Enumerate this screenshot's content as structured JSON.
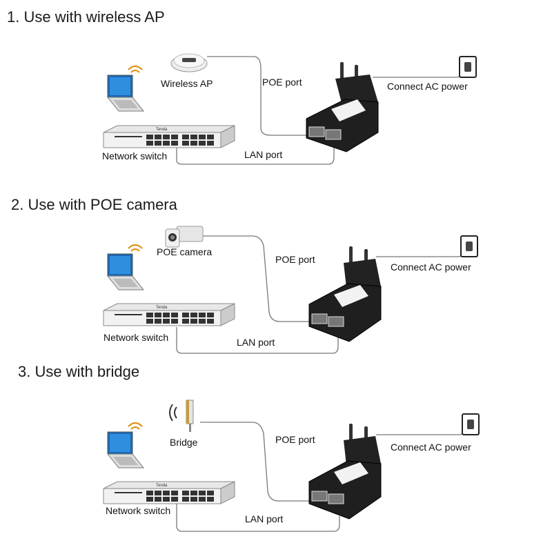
{
  "sections": [
    {
      "title": "1. Use with wireless AP",
      "device_label": "Wireless AP",
      "poe_label": "POE port",
      "lan_label": "LAN port",
      "ac_label": "Connect AC power",
      "switch_label": "Network switch"
    },
    {
      "title": "2. Use with POE camera",
      "device_label": "POE camera",
      "poe_label": "POE port",
      "lan_label": "LAN port",
      "ac_label": "Connect AC power",
      "switch_label": "Network switch"
    },
    {
      "title": "3. Use with bridge",
      "device_label": "Bridge",
      "poe_label": "POE port",
      "lan_label": "LAN port",
      "ac_label": "Connect AC power",
      "switch_label": "Network switch"
    }
  ]
}
